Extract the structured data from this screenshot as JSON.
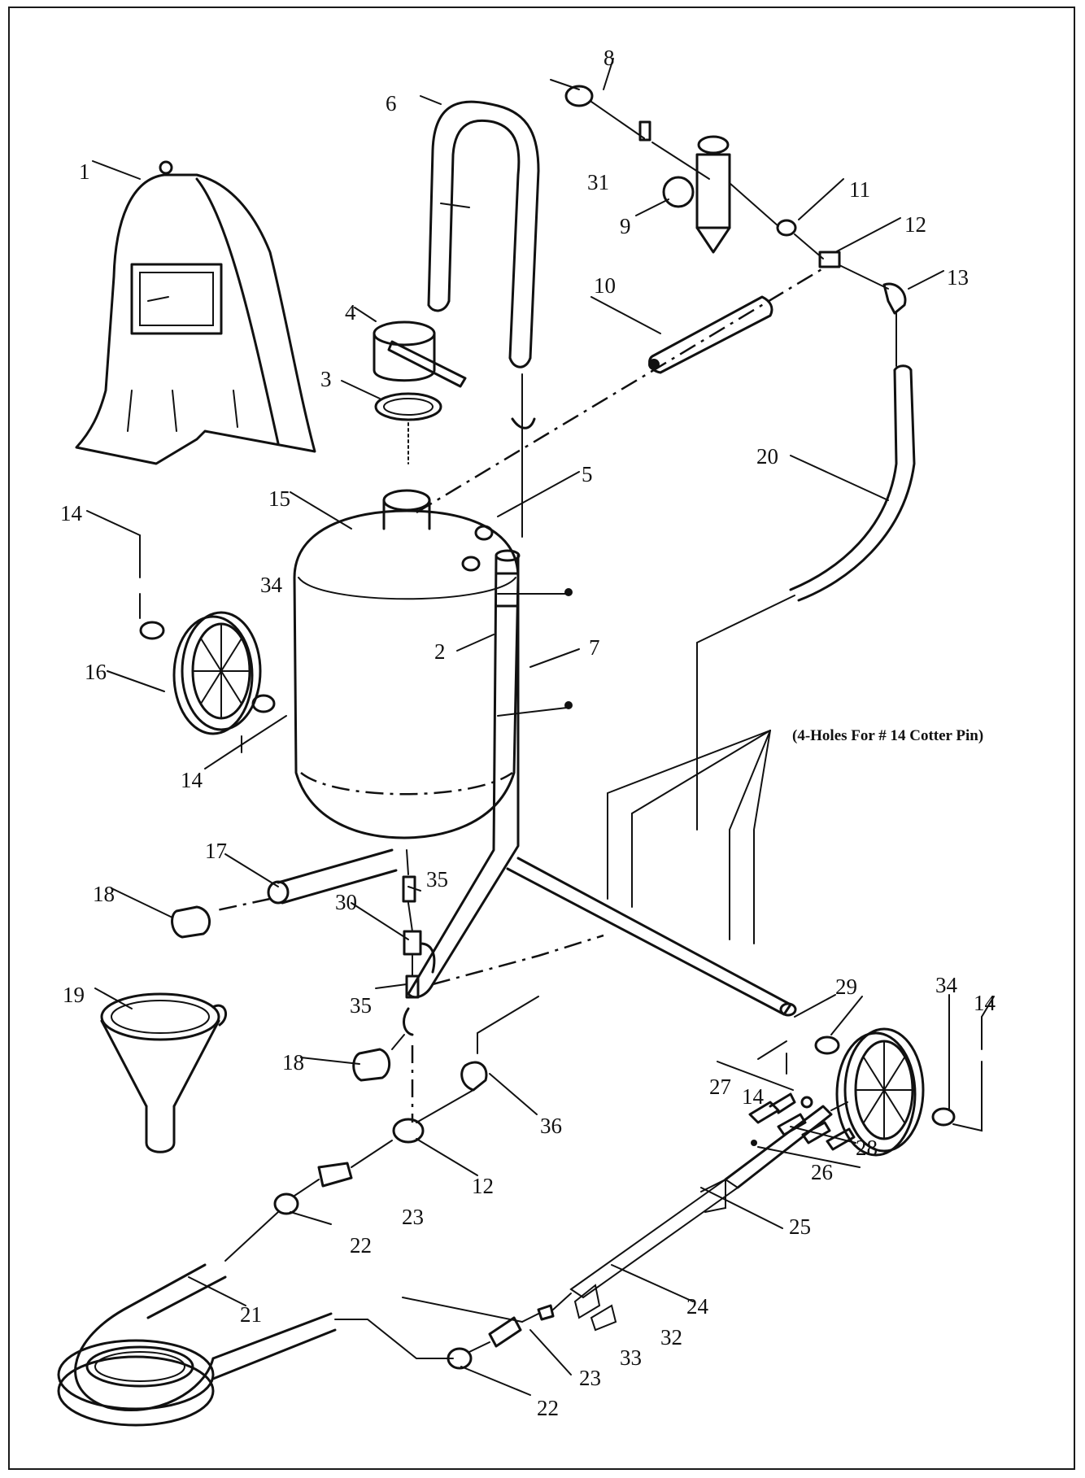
{
  "note": "(4-Holes For # 14 Cotter Pin)",
  "labels": [
    "1",
    "2",
    "3",
    "4",
    "5",
    "6",
    "7",
    "8",
    "9",
    "10",
    "11",
    "12",
    "13",
    "14",
    "15",
    "16",
    "17",
    "18",
    "19",
    "20",
    "21",
    "22",
    "23",
    "24",
    "25",
    "26",
    "27",
    "28",
    "29",
    "30",
    "31",
    "32",
    "33",
    "34",
    "35",
    "36"
  ]
}
